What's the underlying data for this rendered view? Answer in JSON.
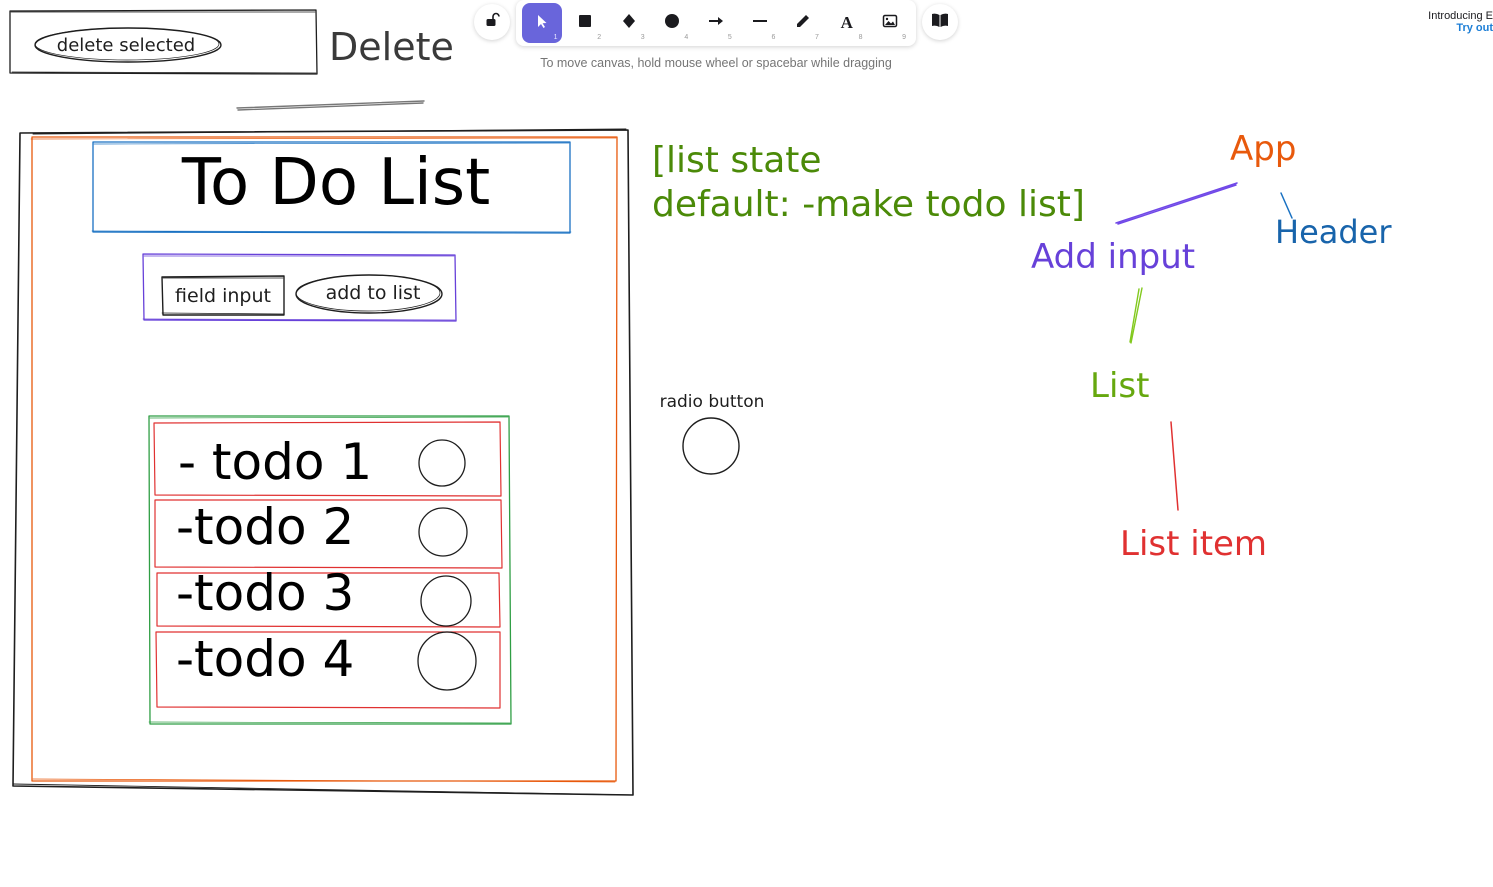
{
  "toolbar": {
    "hint": "To move canvas, hold mouse wheel or spacebar while dragging",
    "tools": [
      {
        "name": "selection",
        "icon": "pointer-icon",
        "key": "1",
        "active": true
      },
      {
        "name": "rectangle",
        "icon": "square-icon",
        "key": "2"
      },
      {
        "name": "diamond",
        "icon": "diamond-icon",
        "key": "3"
      },
      {
        "name": "ellipse",
        "icon": "circle-icon",
        "key": "4"
      },
      {
        "name": "arrow",
        "icon": "arrow-icon",
        "key": "5"
      },
      {
        "name": "line",
        "icon": "line-icon",
        "key": "6"
      },
      {
        "name": "draw",
        "icon": "pencil-icon",
        "key": "7"
      },
      {
        "name": "text",
        "icon": "text-icon",
        "key": "8"
      },
      {
        "name": "image",
        "icon": "image-icon",
        "key": "9"
      }
    ],
    "tool_glyphs": {
      "text": "A"
    }
  },
  "promo": {
    "line1": "Introducing E",
    "line2": "Try out"
  },
  "canvas": {
    "delete_button_label": "delete selected",
    "delete_label": "Delete",
    "title": "To Do List",
    "field_input_label": "field input",
    "add_button_label": "add to list",
    "todos": [
      "- todo 1",
      "-todo  2",
      "-todo 3",
      "-todo 4"
    ],
    "radio_label": "radio button",
    "state_note_line1": "[list state",
    "state_note_line2": "default: -make todo list]",
    "tree": {
      "app": "App",
      "header": "Header",
      "add_input": "Add input",
      "list": "List",
      "list_item": "List item"
    }
  },
  "colors": {
    "accent": "#6965db",
    "ink": "#1e1e1e",
    "orange": "#e8590c",
    "blue": "#1971c2",
    "violet": "#6741d9",
    "green": "#2f9e44",
    "olive": "#4b8a08",
    "red": "#e03131",
    "tree_green": "#66a80f"
  }
}
